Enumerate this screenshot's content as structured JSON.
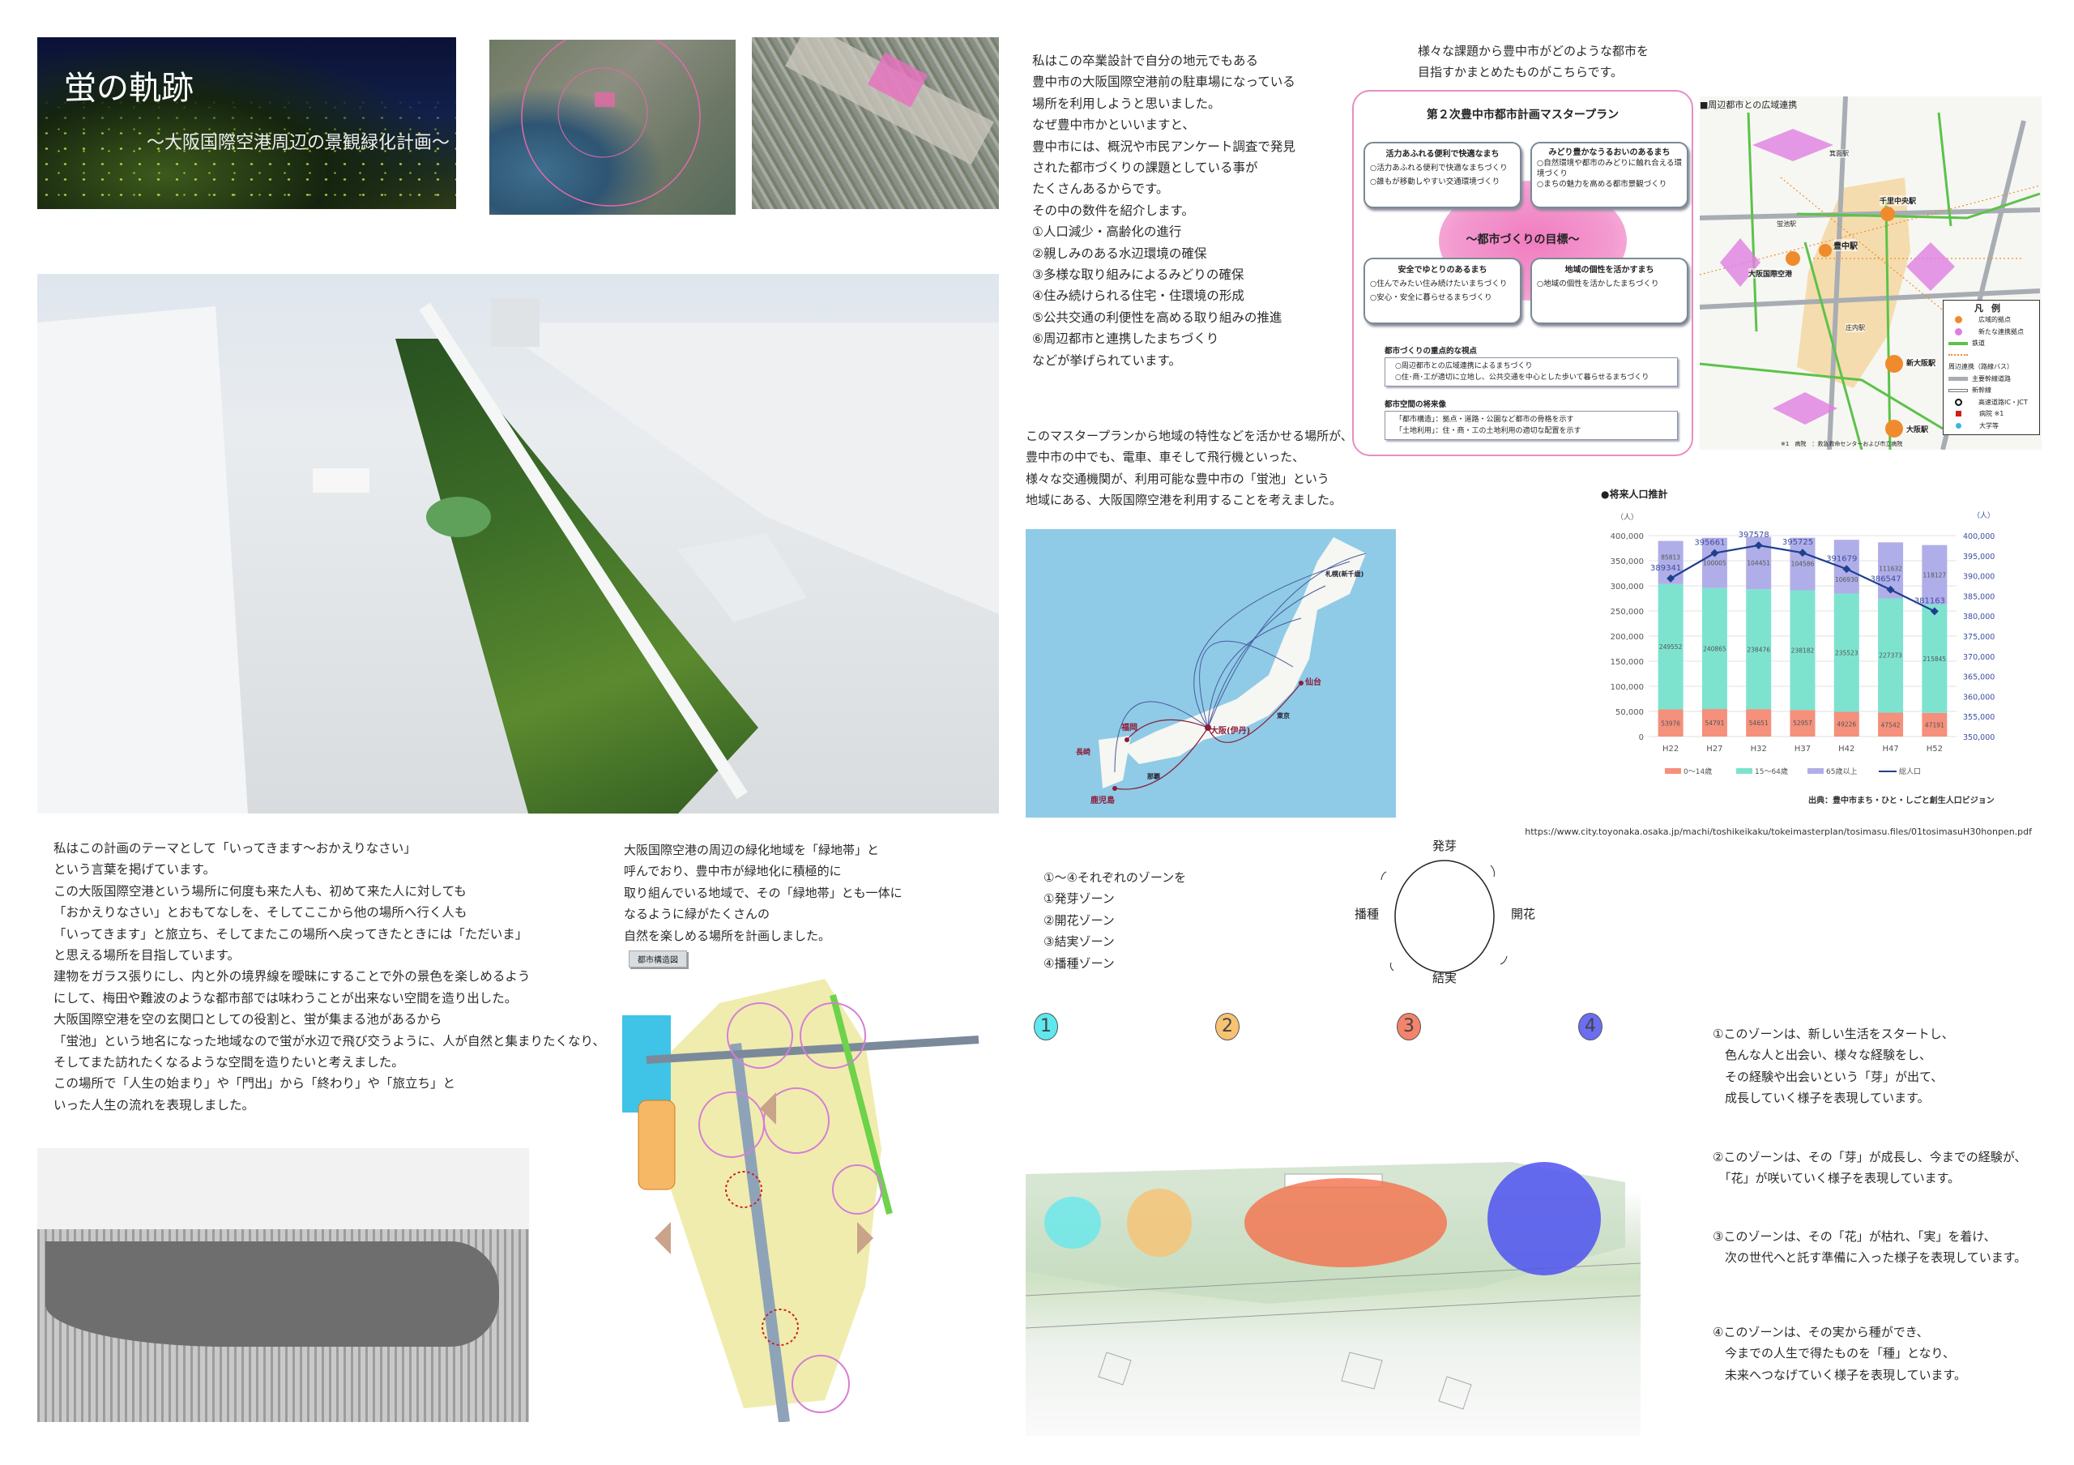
{
  "banner": {
    "title": "蛍の軌跡",
    "subtitle": "～大阪国際空港周辺の景観緑化計画～"
  },
  "intro": {
    "lines": [
      "私はこの卒業設計で自分の地元でもある",
      "豊中市の大阪国際空港前の駐車場になっている",
      "場所を利用しようと思いました。",
      "なぜ豊中市かといいますと、",
      "豊中市には、概況や市民アンケート調査で発見",
      "された都市づくりの課題としている事が",
      "たくさんあるからです。",
      "その中の数件を紹介します。",
      "①人口減少・高齢化の進行",
      "②親しみのある水辺環境の確保",
      "③多様な取り組みによるみどりの確保",
      "④住み続けられる住宅・住環境の形成",
      "⑤公共交通の利便性を高める取り組みの推進",
      "⑥周辺都市と連携したまちづくり",
      "などが挙げられています。"
    ]
  },
  "masterplan_caption": {
    "lines": [
      "様々な課題から豊中市がどのような都市を",
      "目指すかまとめたものがこちらです。"
    ]
  },
  "masterplan": {
    "title": "第２次豊中市都市計画マスタープラン",
    "goal": "～都市づくりの目標～",
    "cards": [
      {
        "title": "活力あふれる便利で快適なまち",
        "items": [
          "○活力あふれる便利で快適なまちづくり",
          "○誰もが移動しやすい交通環境づくり"
        ]
      },
      {
        "title": "みどり豊かなうるおいのあるまち",
        "items": [
          "○自然環境や都市のみどりに触れ合える環境づくり",
          "○まちの魅力を高める都市景観づくり"
        ]
      },
      {
        "title": "安全でゆとりのあるまち",
        "items": [
          "○住んでみたい住み続けたいまちづくり",
          "○安心・安全に暮らせるまちづくり"
        ]
      },
      {
        "title": "地域の個性を活かすまち",
        "items": [
          "○地域の個性を活かしたまちづくり"
        ]
      }
    ],
    "viewpoint_title": "都市づくりの重点的な視点",
    "viewpoint_items": [
      "○周辺都市との広域連携によるまちづくり",
      "○住･商･工が適切に立地し、公共交通を中心とした歩いて暮らせるまちづくり"
    ],
    "future_title": "都市空間の将来像",
    "future_items": [
      "「都市構造」：拠点・道路・公園など都市の骨格を示す",
      "「土地利用」：住・商・工の土地利用の適切な配置を示す"
    ]
  },
  "regional_map": {
    "title": "■周辺都市との広域連携",
    "stations": [
      "千里中央駅",
      "豊中駅",
      "大阪国際空港",
      "新大阪駅",
      "大阪駅",
      "箕面駅",
      "蛍池駅",
      "庄内駅"
    ],
    "legend_title": "凡例",
    "legend": [
      "広域的拠点",
      "新たな連携拠点",
      "鉄道",
      "周辺連携（路線バス）",
      "主要幹線道路",
      "新幹線",
      "高速道路IC・JCT",
      "病院 ※1",
      "大学等"
    ],
    "note": "※1　病院　：救急救命センターおよび市立病院",
    "colors": {
      "hub": "#ef8b2c",
      "new_hub": "#e07ee0",
      "rail": "#5cc24a",
      "road": "#a8adb3",
      "hospital": "#d0201a",
      "university": "#3cb5e0"
    }
  },
  "masterplan_site": {
    "lines": [
      "このマスタープランから地域の特性などを活かせる場所が、",
      "豊中市の中でも、電車、車そして飛行機といった、",
      "様々な交通機関が、利用可能な豊中市の「蛍池」という",
      "地域にある、大阪国際空港を利用することを考えました。"
    ]
  },
  "japan_map": {
    "cities": [
      "札幌(新千歳)",
      "仙台",
      "東京",
      "大阪(伊丹)",
      "福岡",
      "長崎",
      "鹿児島",
      "那覇"
    ]
  },
  "chart_data": {
    "type": "bar",
    "title": "●将来人口推計",
    "categories": [
      "H22",
      "H27",
      "H32",
      "H37",
      "H42",
      "H47",
      "H52"
    ],
    "ylabel": "（人）",
    "ylabel_right": "（人）",
    "ylim": [
      0,
      400000
    ],
    "ylim_right": [
      350000,
      400000
    ],
    "yticks": [
      "0",
      "50,000",
      "100,000",
      "150,000",
      "200,000",
      "250,000",
      "300,000",
      "350,000",
      "400,000"
    ],
    "yticks_right": [
      "350,000",
      "355,000",
      "360,000",
      "365,000",
      "370,000",
      "375,000",
      "380,000",
      "385,000",
      "390,000",
      "395,000",
      "400,000"
    ],
    "stacked": true,
    "series": [
      {
        "name": "0～14歳",
        "color": "#f4907c",
        "values": [
          53976,
          54791,
          54651,
          52957,
          49226,
          47542,
          47191
        ]
      },
      {
        "name": "15～64歳",
        "color": "#7de3cf",
        "values": [
          249552,
          240865,
          238476,
          238182,
          235523,
          227373,
          215845
        ]
      },
      {
        "name": "65歳以上",
        "color": "#b0aee8",
        "values": [
          85813,
          100005,
          104451,
          104586,
          106930,
          111632,
          118127
        ]
      }
    ],
    "line_series": {
      "name": "総人口",
      "color": "#1f3f8f",
      "axis": "right",
      "values": [
        389341,
        395661,
        397578,
        395725,
        391679,
        386547,
        381163
      ]
    },
    "legend_position": "bottom",
    "source": "出典：豊中市まち・ひと・しごと創生人口ビジョン"
  },
  "url": "https://www.city.toyonaka.osaka.jp/machi/toshikeikaku/tokeimasterplan/tosimasu.files/01tosimasuH30honpen.pdf",
  "theme": {
    "lines": [
      "私はこの計画のテーマとして「いってきます～おかえりなさい」",
      "という言葉を掲げています。",
      "この大阪国際空港という場所に何度も来た人も、初めて来た人に対しても",
      "「おかえりなさい」とおもてなしを、そしてここから他の場所へ行く人も",
      "「いってきます」と旅立ち、そしてまたこの場所へ戻ってきたときには「ただいま」",
      "と思える場所を目指しています。",
      "建物をガラス張りにし、内と外の境界線を曖昧にすることで外の景色を楽しめるよう",
      "にして、梅田や難波のような都市部では味わうことが出来ない空間を造り出した。",
      "大阪国際空港を空の玄関口としての役割と、蛍が集まる池があるから",
      "「蛍池」という地名になった地域なので蛍が水辺で飛び交うように、人が自然と集まりたくなり、",
      "そしてまた訪れたくなるような空間を造りたいと考えました。",
      "この場所で「人生の始まり」や「門出」から「終わり」や「旅立ち」と",
      "いった人生の流れを表現しました。"
    ]
  },
  "greenbelt": {
    "lines": [
      "大阪国際空港の周辺の緑化地域を「緑地帯」と",
      "呼んでおり、豊中市が緑地化に積極的に",
      "取り組んでいる地域で、その「緑地帯」とも一体に",
      "なるように緑がたくさんの",
      "自然を楽しめる場所を計画しました。"
    ]
  },
  "structure_map": {
    "label": "都市構造図"
  },
  "zones": {
    "lines": [
      "①～④それぞれのゾーンを",
      "①発芽ゾーン",
      "②開花ゾーン",
      "③結実ゾーン",
      "④播種ゾーン"
    ],
    "cycle": {
      "top": "発芽",
      "right": "開花",
      "bottom": "結実",
      "left": "播種"
    },
    "markers": [
      {
        "label": "1",
        "color": "#5fe8ee"
      },
      {
        "label": "2",
        "color": "#f7c272"
      },
      {
        "label": "3",
        "color": "#f4836c"
      },
      {
        "label": "4",
        "color": "#6b6ef0"
      }
    ],
    "descriptions": [
      [
        "①このゾーンは、新しい生活をスタートし、",
        "　色んな人と出会い、様々な経験をし、",
        "　その経験や出会いという「芽」が出て、",
        "　成長していく様子を表現しています。"
      ],
      [
        "②このゾーンは、その「芽」が成長し、今までの経験が、",
        "　「花」が咲いていく様子を表現しています。"
      ],
      [
        "③このゾーンは、その「花」が枯れ、「実」を着け、",
        "　次の世代へと託す準備に入った様子を表現しています。"
      ],
      [
        "④このゾーンは、その実から種ができ、",
        "　今までの人生で得たものを「種」となり、",
        "　未来へつなげていく様子を表現しています。"
      ]
    ]
  }
}
